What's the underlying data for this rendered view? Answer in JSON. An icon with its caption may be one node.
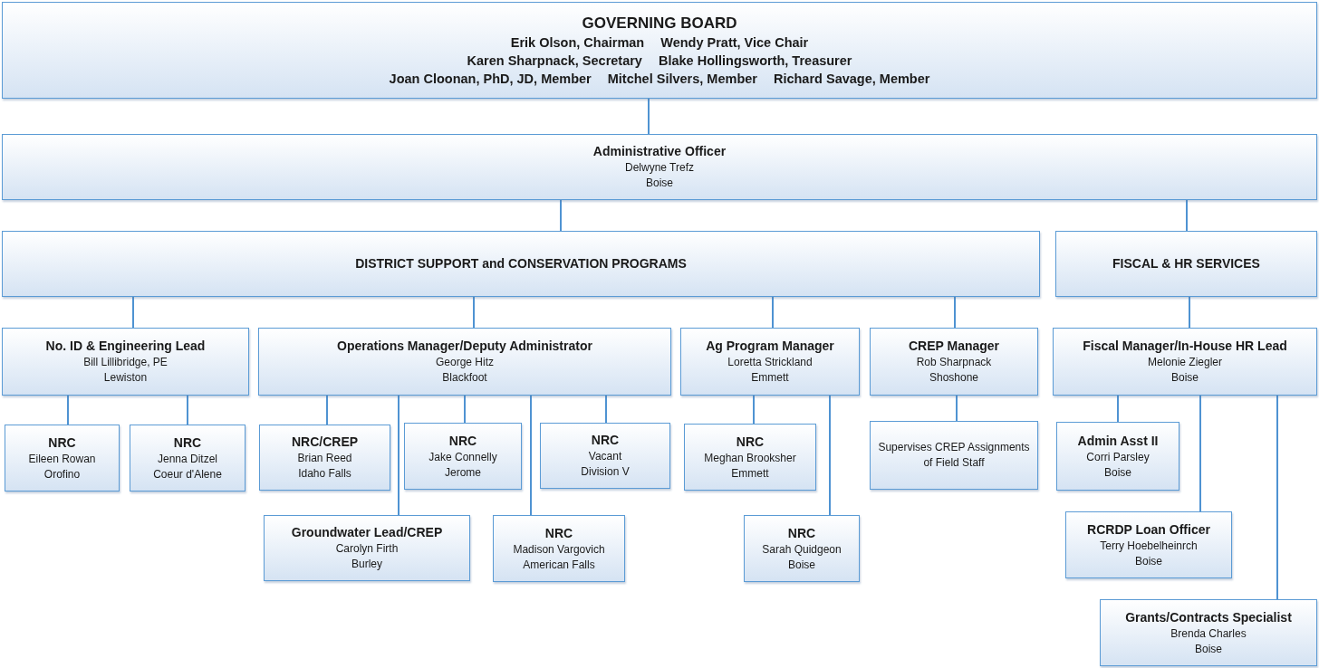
{
  "diagram": {
    "nodes": [
      {
        "text": [
          "GOVERNING BOARD",
          "Erik Olson, Chairman",
          "Wendy Pratt, Vice Chair",
          "Karen Sharpnack, Secretary",
          "Blake Hollingsworth, Treasurer",
          "Joan Cloonan, PhD, JD, Member",
          "Mitchel Silvers, Member",
          "Richard Savage, Member"
        ]
      },
      {
        "text": [
          "Administrative Officer",
          "Delwyne Trefz",
          "Boise"
        ]
      },
      {
        "text": [
          "DISTRICT SUPPORT and CONSERVATION PROGRAMS"
        ]
      },
      {
        "text": [
          "FISCAL & HR SERVICES"
        ]
      },
      {
        "text": [
          "No. ID & Engineering Lead",
          "Bill Lillibridge, PE",
          "Lewiston"
        ]
      },
      {
        "text": [
          "Operations Manager/Deputy Administrator",
          "George Hitz",
          "Blackfoot"
        ]
      },
      {
        "text": [
          "Ag Program Manager",
          "Loretta Strickland",
          "Emmett"
        ]
      },
      {
        "text": [
          "CREP Manager",
          "Rob Sharpnack",
          "Shoshone"
        ]
      },
      {
        "text": [
          "Fiscal Manager/In-House HR Lead",
          "Melonie Ziegler",
          "Boise"
        ]
      },
      {
        "text": [
          "NRC",
          "Eileen Rowan",
          "Orofino"
        ]
      },
      {
        "text": [
          "NRC",
          "Jenna Ditzel",
          "Coeur d'Alene"
        ]
      },
      {
        "text": [
          "NRC/CREP",
          "Brian Reed",
          "Idaho Falls"
        ]
      },
      {
        "text": [
          "NRC",
          "Jake Connelly",
          "Jerome"
        ]
      },
      {
        "text": [
          "NRC",
          "Vacant",
          "Division V"
        ]
      },
      {
        "text": [
          "Groundwater Lead/CREP",
          "Carolyn Firth",
          "Burley"
        ]
      },
      {
        "text": [
          "NRC",
          "Madison Vargovich",
          "American Falls"
        ]
      },
      {
        "text": [
          "NRC",
          "Meghan Brooksher",
          "Emmett"
        ]
      },
      {
        "text": [
          "NRC",
          "Sarah Quidgeon",
          "Boise"
        ]
      },
      {
        "text": [
          "Supervises CREP Assignments of Field Staff"
        ]
      },
      {
        "text": [
          "Admin Asst II",
          "Corri Parsley",
          "Boise"
        ]
      },
      {
        "text": [
          "RCRDP Loan Officer",
          "Terry Hoebelheinrch",
          "Boise"
        ]
      },
      {
        "text": [
          "Grants/Contracts Specialist",
          "Brenda Charles",
          "Boise"
        ]
      }
    ],
    "edges": [
      {
        "from": 0,
        "to": 1,
        "arrow": "none"
      },
      {
        "from": 1,
        "to": 2,
        "arrow": "none"
      },
      {
        "from": 1,
        "to": 3,
        "arrow": "none"
      },
      {
        "from": 2,
        "to": 4,
        "arrow": "none"
      },
      {
        "from": 2,
        "to": 5,
        "arrow": "none"
      },
      {
        "from": 2,
        "to": 6,
        "arrow": "none"
      },
      {
        "from": 2,
        "to": 7,
        "arrow": "none"
      },
      {
        "from": 3,
        "to": 8,
        "arrow": "none"
      },
      {
        "from": 4,
        "to": 9,
        "arrow": "none"
      },
      {
        "from": 4,
        "to": 10,
        "arrow": "none"
      },
      {
        "from": 5,
        "to": 11,
        "arrow": "none"
      },
      {
        "from": 5,
        "to": 14,
        "arrow": "none"
      },
      {
        "from": 5,
        "to": 12,
        "arrow": "none"
      },
      {
        "from": 5,
        "to": 15,
        "arrow": "none"
      },
      {
        "from": 5,
        "to": 13,
        "arrow": "none"
      },
      {
        "from": 6,
        "to": 16,
        "arrow": "none"
      },
      {
        "from": 6,
        "to": 17,
        "arrow": "none"
      },
      {
        "from": 7,
        "to": 18,
        "arrow": "none"
      },
      {
        "from": 8,
        "to": 19,
        "arrow": "none"
      },
      {
        "from": 8,
        "to": 20,
        "arrow": "none"
      },
      {
        "from": 8,
        "to": 21,
        "arrow": "none"
      }
    ]
  }
}
